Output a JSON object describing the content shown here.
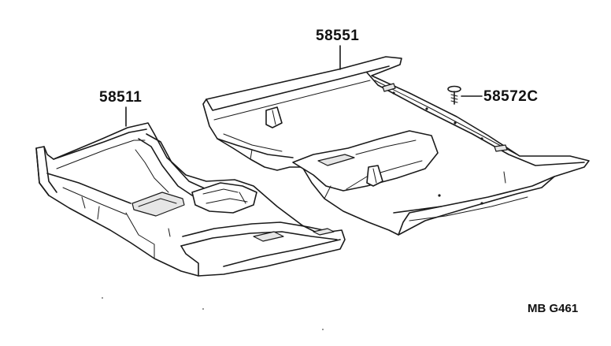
{
  "labels": {
    "rear_carpet": "58551",
    "front_carpet": "58511",
    "clip": "58572C"
  },
  "figure_code": "MB G461",
  "colors": {
    "line": "#1a1a1a",
    "background": "#ffffff"
  }
}
